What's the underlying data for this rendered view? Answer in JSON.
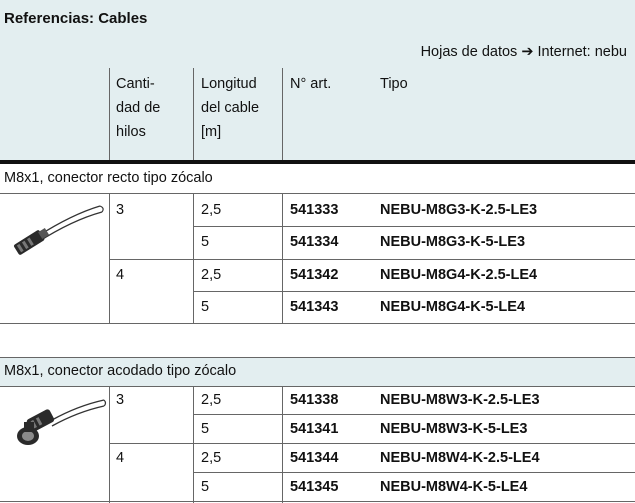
{
  "title": "Referencias: Cables",
  "datasheet_ref": "Hojas de datos ➔ Internet: nebu",
  "columns": {
    "hilos": [
      "Canti-",
      "dad de",
      "hilos"
    ],
    "longitud": [
      "Longitud",
      "del cable",
      "[m]"
    ],
    "art": "N° art.",
    "tipo": "Tipo"
  },
  "sections": [
    {
      "label": "M8x1, conector recto tipo zócalo",
      "icon": "straight-connector-cable-icon",
      "rows": [
        {
          "hilos": "3",
          "longitud": "2,5",
          "art": "541333",
          "tipo": "NEBU-M8G3-K-2.5-LE3"
        },
        {
          "hilos": "",
          "longitud": "5",
          "art": "541334",
          "tipo": "NEBU-M8G3-K-5-LE3"
        },
        {
          "hilos": "4",
          "longitud": "2,5",
          "art": "541342",
          "tipo": "NEBU-M8G4-K-2.5-LE4"
        },
        {
          "hilos": "",
          "longitud": "5",
          "art": "541343",
          "tipo": "NEBU-M8G4-K-5-LE4"
        }
      ]
    },
    {
      "label": "M8x1, conector acodado tipo zócalo",
      "icon": "angled-connector-cable-icon",
      "rows": [
        {
          "hilos": "3",
          "longitud": "2,5",
          "art": "541338",
          "tipo": "NEBU-M8W3-K-2.5-LE3"
        },
        {
          "hilos": "",
          "longitud": "5",
          "art": "541341",
          "tipo": "NEBU-M8W3-K-5-LE3"
        },
        {
          "hilos": "4",
          "longitud": "2,5",
          "art": "541344",
          "tipo": "NEBU-M8W4-K-2.5-LE4"
        },
        {
          "hilos": "",
          "longitud": "5",
          "art": "541345",
          "tipo": "NEBU-M8W4-K-5-LE4"
        }
      ]
    }
  ],
  "colors": {
    "header_bg": "#e3eef0",
    "rule": "#111111"
  }
}
